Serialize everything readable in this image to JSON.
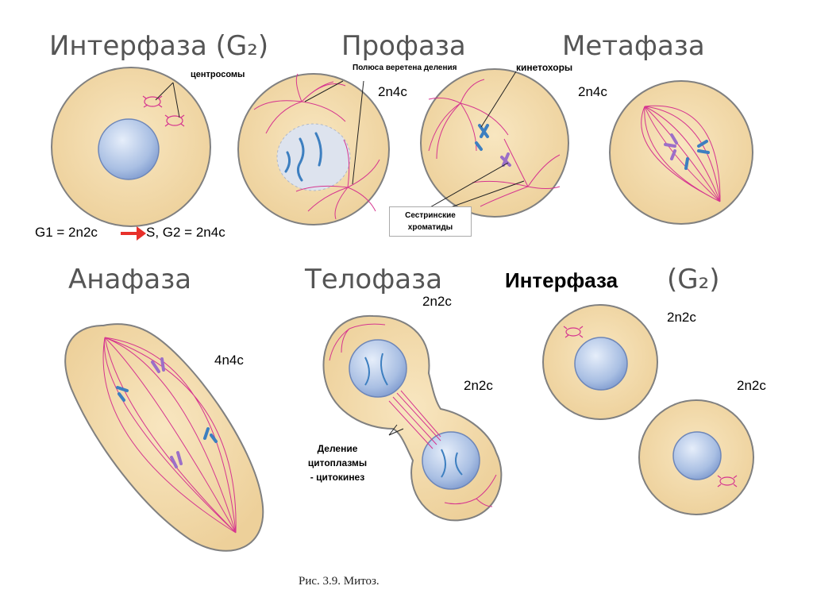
{
  "phases": {
    "interphase_g2": "Интерфаза (G₂)",
    "prophase": "Профаза",
    "metaphase": "Метафаза",
    "anaphase": "Анафаза",
    "telophase": "Телофаза",
    "interphase_bold": "Интерфаза",
    "g2_suffix": "(G₂)"
  },
  "labels": {
    "centrosomes": "центросомы",
    "spindle_poles": "Полюса веретена деления",
    "kinetochores": "кинетохоры",
    "sister_chromatids_1": "Сестринские",
    "sister_chromatids_2": "хроматиды",
    "cytokinesis_1": "Деление",
    "cytokinesis_2": "цитоплазмы",
    "cytokinesis_3": "- цитокинез"
  },
  "formula": {
    "left": "G1 = 2n2c",
    "right": "S, G2 = 2n4c"
  },
  "ploidy": {
    "prophase": "2n4c",
    "metaphase": "2n4c",
    "anaphase": "4n4c",
    "telophase_top": "2n2c",
    "telophase_mid": "2n2c",
    "interphase_top": "2n2c",
    "interphase_right": "2n2c"
  },
  "caption": "Рис. 3.9. Митоз.",
  "colors": {
    "cytoplasm": "#f3d9a8",
    "cell_outline": "#7a7a7a",
    "nucleus": "#b8c9e8",
    "spindle": "#d6358f",
    "chromosome": "#3d7fc0",
    "arrow": "#e8302a"
  }
}
